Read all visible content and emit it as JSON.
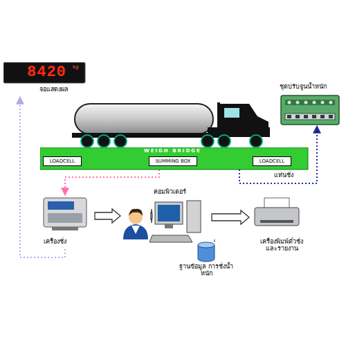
{
  "diagram": {
    "nodes": [
      {
        "text": [
          "8420",
          "kg",
          "จอแสดงผล"
        ]
      },
      {
        "text": [
          "WEIGH BRIDGE",
          "แท่นชั่ง"
        ]
      },
      {
        "text": [
          "LOADCELL"
        ],
        "in": 1
      },
      {
        "text": [
          "SUMMING BOX"
        ],
        "in": 1
      },
      {
        "text": [
          "LOADCELL"
        ],
        "in": 1
      },
      {
        "text": [
          "ชุดปรับจูนน้ำหนัก"
        ]
      },
      {
        "text": [
          "เครื่องชั่ง"
        ]
      },
      {
        "text": [
          "คอมพิวเตอร์"
        ]
      },
      {
        "text": [
          "เครื่องพิมพ์ตั๋วชั่ง และรายงาน"
        ]
      },
      {
        "text": [
          "ฐานข้อมูล การชั่งน้ำหนัก"
        ]
      }
    ],
    "edges": [
      {
        "from": 2,
        "to": 3,
        "arrow": "both"
      },
      {
        "from": 3,
        "to": 4,
        "arrow": "both"
      },
      {
        "from": 3,
        "to": 6,
        "arrow": "to"
      },
      {
        "from": 1,
        "to": 5,
        "arrow": "to"
      },
      {
        "from": 6,
        "to": 0,
        "arrow": "to"
      },
      {
        "from": 6,
        "to": 7,
        "arrow": "to"
      },
      {
        "from": 7,
        "to": 8,
        "arrow": "to"
      },
      {
        "from": 7,
        "to": 9,
        "arrow": "none"
      }
    ]
  }
}
